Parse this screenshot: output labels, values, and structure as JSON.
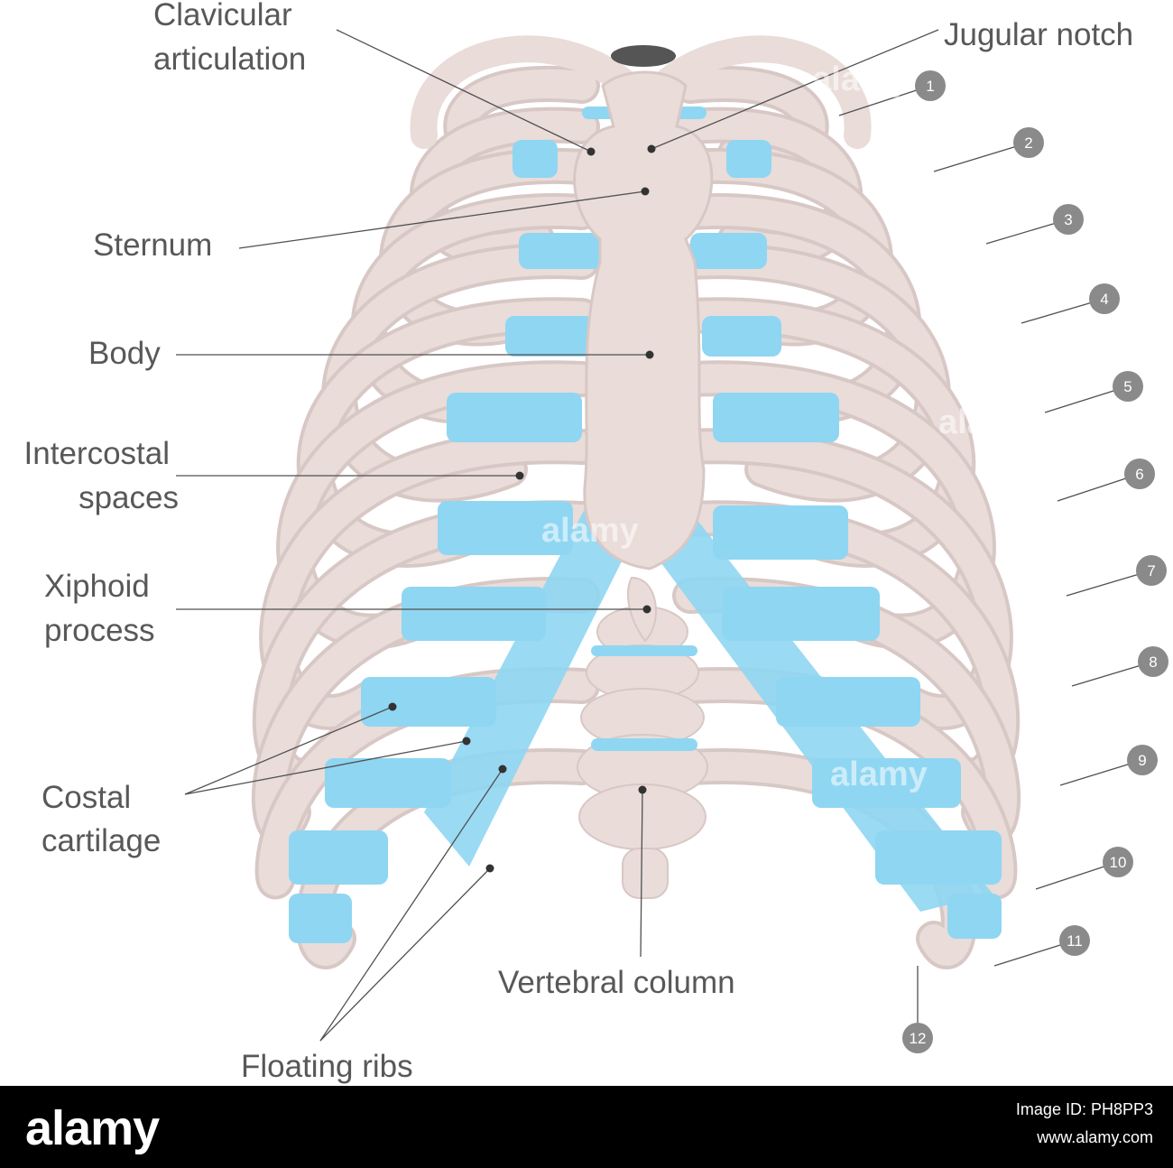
{
  "labels": {
    "clavicular": [
      "Clavicular",
      "articulation"
    ],
    "jugular_notch": "Jugular notch",
    "sternum": "Sternum",
    "body": "Body",
    "intercostal": [
      "Intercostal",
      "spaces"
    ],
    "xiphoid": [
      "Xiphoid",
      "process"
    ],
    "costal": [
      "Costal",
      "cartilage"
    ],
    "vertebral": "Vertebral column",
    "floating": "Floating ribs"
  },
  "rib_numbers": [
    "1",
    "2",
    "3",
    "4",
    "5",
    "6",
    "7",
    "8",
    "9",
    "10",
    "11",
    "12"
  ],
  "watermark": "alamy",
  "footer": {
    "brand": "alamy",
    "image_id": "Image ID: PH8PP3",
    "url": "www.alamy.com"
  },
  "colors": {
    "bone": "#e9dcd9",
    "bone_edge": "#d8c8c5",
    "cartilage": "#8fd6f2",
    "label_text": "#585858",
    "leader": "#505050",
    "badge": "#8a8a8a"
  }
}
